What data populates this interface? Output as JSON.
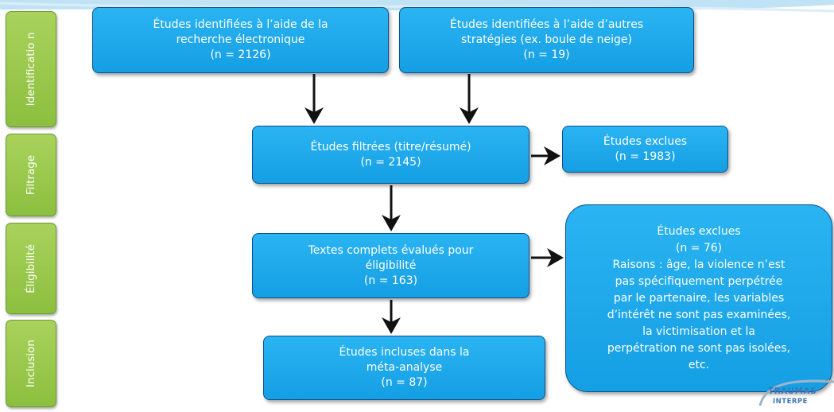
{
  "stages": [
    {
      "id": "identification",
      "label": "Identificatio n"
    },
    {
      "id": "filtrage",
      "label": "Filtrage"
    },
    {
      "id": "eligibilite",
      "label": "Éligibilité"
    },
    {
      "id": "inclusion",
      "label": "Inclusion"
    }
  ],
  "boxes": {
    "identified_electronic": {
      "lines": [
        "Études identifiées à l’aide de la",
        "recherche électronique"
      ],
      "count": "(n = 2126)"
    },
    "identified_other": {
      "lines": [
        "Études identifiées à l’aide d’autres",
        "stratégies (ex. boule de neige)"
      ],
      "count": "(n = 19)"
    },
    "screened": {
      "lines": [
        "Études filtrées (titre/résumé)"
      ],
      "count": "(n = 2145)"
    },
    "excluded_screening": {
      "lines": [
        "Études exclues"
      ],
      "count": "(n = 1983)"
    },
    "fulltext": {
      "lines": [
        "Textes complets évalués pour",
        "éligibilité"
      ],
      "count": "(n = 163)"
    },
    "excluded_fulltext": {
      "lines": [
        "Études exclues"
      ],
      "count": "(n = 76)",
      "reasons": [
        "Raisons : âge, la violence n’est",
        "pas spécifiquement perpétrée",
        "par le partenaire, les variables",
        "d’intérêt ne sont pas examinées,",
        "la victimisation et la",
        "perpétration ne sont pas isolées,",
        "etc."
      ]
    },
    "included": {
      "lines": [
        "Études incluses dans la",
        "méta-analyse"
      ],
      "count": "(n = 87)"
    }
  },
  "logo": {
    "line1": "TRAUMAS",
    "line2": "INTERPE",
    "corner": "C"
  },
  "colors": {
    "box": "#1ea8ec",
    "box_border": "#0d4f8b",
    "stage": "#9bc94c",
    "arrow": "#111111"
  }
}
